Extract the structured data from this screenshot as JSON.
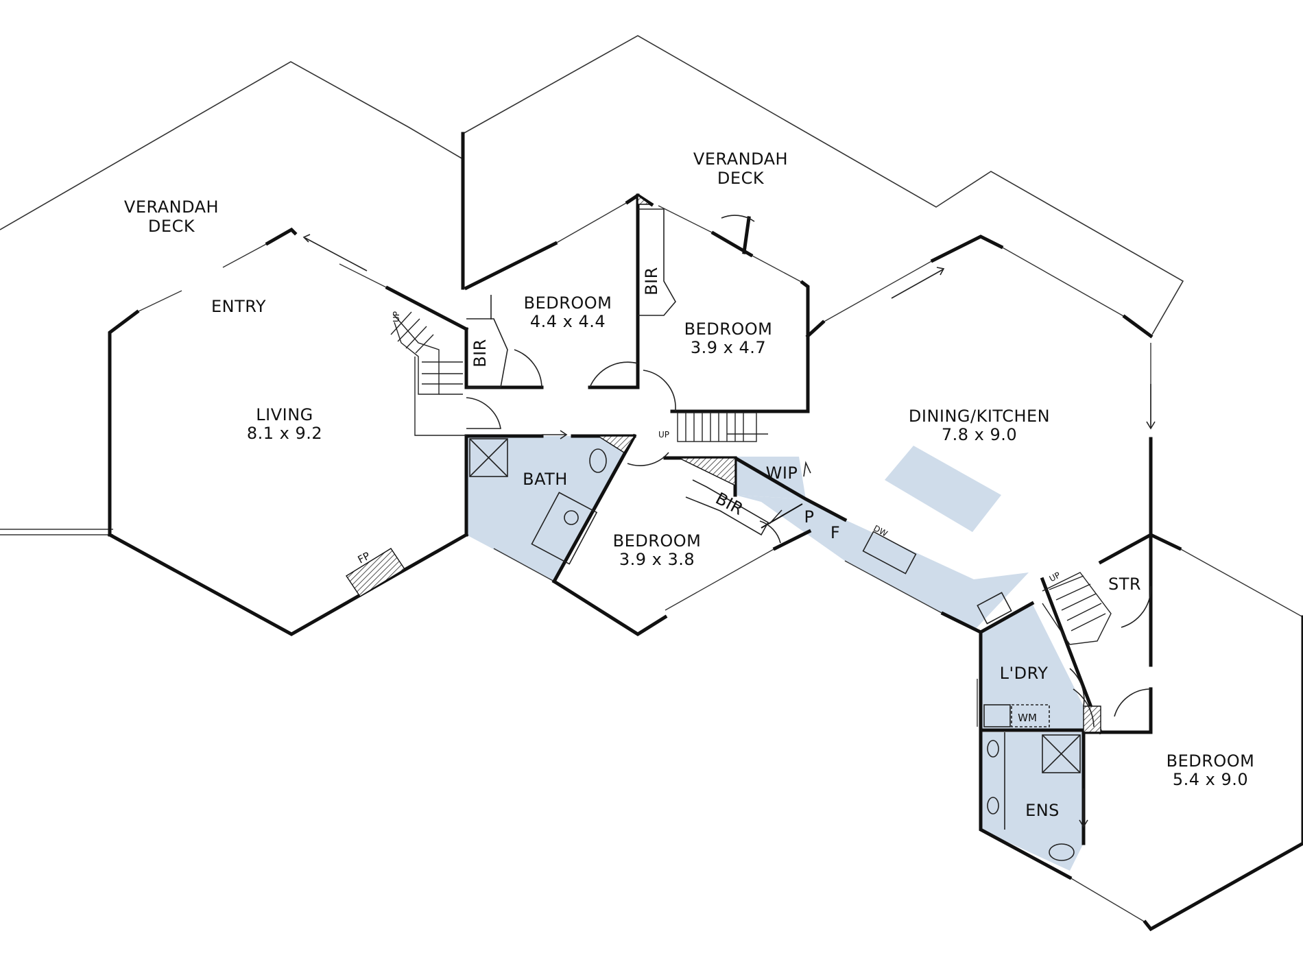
{
  "rooms": {
    "deck_left": {
      "line1": "VERANDAH",
      "line2": "DECK"
    },
    "deck_top": {
      "line1": "VERANDAH",
      "line2": "DECK"
    },
    "entry": {
      "name": "ENTRY"
    },
    "living": {
      "name": "LIVING",
      "dims": "8.1 x 9.2"
    },
    "bedroom1": {
      "name": "BEDROOM",
      "dims": "4.4 x 4.4"
    },
    "bedroom2": {
      "name": "BEDROOM",
      "dims": "3.9 x 4.7"
    },
    "bedroom3": {
      "name": "BEDROOM",
      "dims": "3.9 x 3.8"
    },
    "bedroom4": {
      "name": "BEDROOM",
      "dims": "5.4 x 9.0"
    },
    "dining_kitchen": {
      "name": "DINING/KITCHEN",
      "dims": "7.8 x 9.0"
    },
    "bath": {
      "name": "BATH"
    },
    "laundry": {
      "name": "L'DRY"
    },
    "ensuite": {
      "name": "ENS"
    },
    "store": {
      "name": "STR"
    },
    "wip": {
      "name": "WIP"
    }
  },
  "small_labels": {
    "bir_1": "BIR",
    "bir_2": "BIR",
    "bir_3": "BIR",
    "pantry": "P",
    "fridge": "F",
    "fireplace": "FP",
    "dishwasher": "DW",
    "washing_machine": "WM",
    "up_entry": "UP",
    "up_hall": "UP",
    "up_laundry": "UP"
  },
  "colors": {
    "wall": "#111111",
    "wet_area": "#cfdcea",
    "background": "#ffffff"
  }
}
